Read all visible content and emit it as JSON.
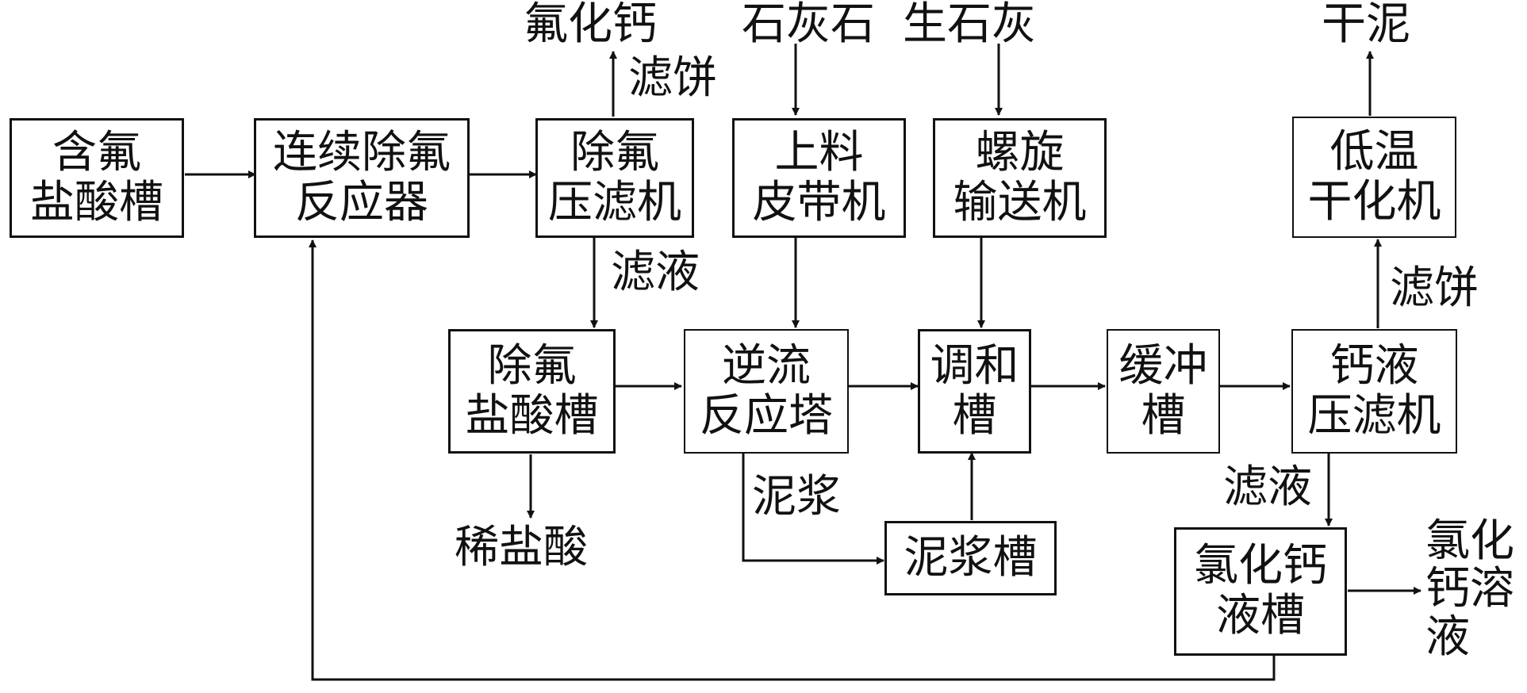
{
  "boxes": {
    "hf_tank": [
      "含氟",
      "盐酸槽"
    ],
    "reactor": [
      "连续除氟",
      "反应器"
    ],
    "filter_press_f": [
      "除氟",
      "压滤机"
    ],
    "belt_loader": [
      "上料",
      "皮带机"
    ],
    "screw_conveyor": [
      "螺旋",
      "输送机"
    ],
    "dryer": [
      "低温",
      "干化机"
    ],
    "defluor_hcl_tank": [
      "除氟",
      "盐酸槽"
    ],
    "counter_tower": [
      "逆流",
      "反应塔"
    ],
    "mix_tank": [
      "调和",
      "槽"
    ],
    "buffer_tank": [
      "缓冲",
      "槽"
    ],
    "ca_filter_press": [
      "钙液",
      "压滤机"
    ],
    "slurry_tank": [
      "泥浆槽"
    ],
    "cacl2_tank": [
      "氯化钙",
      "液槽"
    ]
  },
  "labels": {
    "caf2": "氟化钙",
    "cake1": "滤饼",
    "limestone": "石灰石",
    "quicklime": "生石灰",
    "dry_mud": "干泥",
    "filtrate1": "滤液",
    "cake2": "滤饼",
    "slurry": "泥浆",
    "dilute_hcl": "稀盐酸",
    "filtrate2": "滤液",
    "cacl2_solution": [
      "氯化",
      "钙溶",
      "液"
    ]
  }
}
